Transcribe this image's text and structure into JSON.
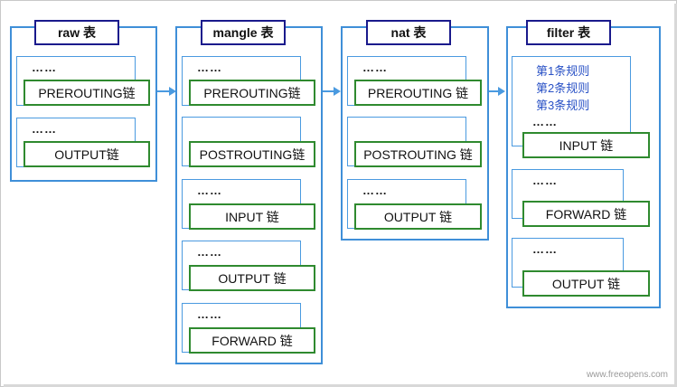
{
  "tables": [
    {
      "title": "raw 表",
      "groups": [
        {
          "dots": "……",
          "chain": "PREROUTING链"
        },
        {
          "dots": "……",
          "chain": "OUTPUT链"
        }
      ]
    },
    {
      "title": "mangle 表",
      "groups": [
        {
          "dots": "……",
          "chain": "PREROUTING链"
        },
        {
          "dots": "",
          "chain": "POSTROUTING链"
        },
        {
          "dots": "……",
          "chain": "INPUT 链"
        },
        {
          "dots": "……",
          "chain": "OUTPUT 链"
        },
        {
          "dots": "……",
          "chain": "FORWARD 链"
        }
      ]
    },
    {
      "title": "nat 表",
      "groups": [
        {
          "dots": "……",
          "chain": "PREROUTING 链"
        },
        {
          "dots": "",
          "chain": "POSTROUTING 链"
        },
        {
          "dots": "……",
          "chain": "OUTPUT 链"
        }
      ]
    },
    {
      "title": "filter 表",
      "groups": [
        {
          "rules": [
            "第1条规则",
            "第2条规则",
            "第3条规则"
          ],
          "dots": "……",
          "chain": "INPUT 链"
        },
        {
          "dots": "……",
          "chain": "FORWARD 链"
        },
        {
          "dots": "……",
          "chain": "OUTPUT 链"
        }
      ]
    }
  ],
  "watermark": "www.freeopens.com"
}
